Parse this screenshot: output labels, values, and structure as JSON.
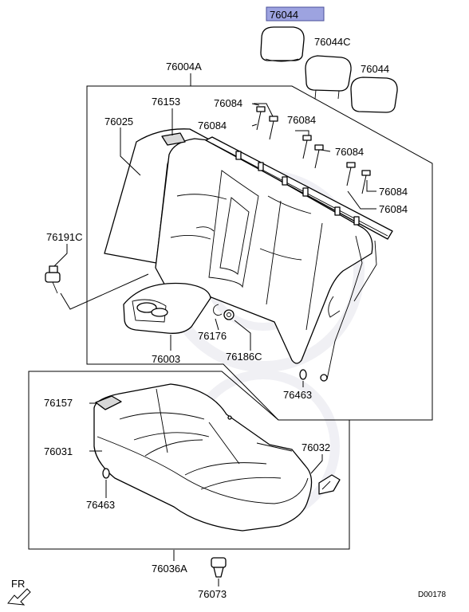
{
  "labels": {
    "headrest_highlight": "76044",
    "headrest_center": "76044C",
    "headrest_right": "76044",
    "seatback_assy": "76004A",
    "pad_76153": "76153",
    "bolt_a": "76084",
    "bolt_b": "76084",
    "bolt_c": "76084",
    "bolt_d": "76084",
    "bolt_e": "76084",
    "bolt_f": "76084",
    "seatback_pad": "76025",
    "clip_76191c": "76191C",
    "hook_76176": "76176",
    "nut_76186c": "76186C",
    "armrest": "76003",
    "clip_76463_upper": "76463",
    "pad_76157": "76157",
    "cushion": "76031",
    "bracket_76032": "76032",
    "clip_76463_lower": "76463",
    "cushion_assy": "76036A",
    "clip_76073": "76073",
    "direction": "FR",
    "diagram_id": "D00178"
  },
  "colors": {
    "highlight": "#9da3e0",
    "line": "#000000",
    "watermark": "#e4e4ec"
  },
  "icons": {
    "direction_arrow": "arrow-down-left-icon"
  }
}
